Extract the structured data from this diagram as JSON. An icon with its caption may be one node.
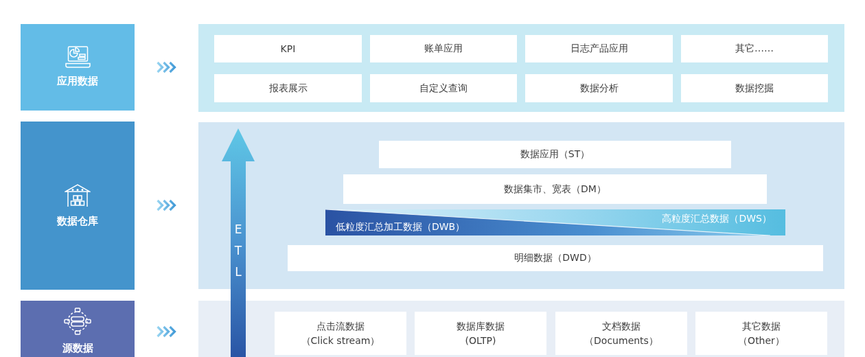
{
  "diagram": {
    "nodes": [
      {
        "text": [
          "应用数据"
        ]
      },
      {
        "text": [
          "数据仓库"
        ]
      },
      {
        "text": [
          "源数据"
        ]
      },
      {
        "text": [],
        "shape": "box"
      },
      {
        "text": [
          "KPI"
        ],
        "in": 3
      },
      {
        "text": [
          "账单应用"
        ],
        "in": 3
      },
      {
        "text": [
          "日志产品应用"
        ],
        "in": 3
      },
      {
        "text": [
          "其它……"
        ],
        "in": 3
      },
      {
        "text": [
          "报表展示"
        ],
        "in": 3
      },
      {
        "text": [
          "自定义查询"
        ],
        "in": 3
      },
      {
        "text": [
          "数据分析"
        ],
        "in": 3
      },
      {
        "text": [
          "数据挖掘"
        ],
        "in": 3
      },
      {
        "text": [],
        "shape": "box"
      },
      {
        "text": [
          "数据应用（ST）"
        ],
        "in": 12
      },
      {
        "text": [
          "数据集市、宽表（DM）"
        ],
        "in": 12
      },
      {
        "text": [
          "低粒度汇总加工数据（DWB）",
          "高粒度汇总数据（DWS）"
        ],
        "in": 12
      },
      {
        "text": [
          "明细数据（DWD）"
        ],
        "in": 12
      },
      {
        "text": [],
        "shape": "box"
      },
      {
        "text": [
          "点击流数据",
          "（Click stream）"
        ],
        "in": 17
      },
      {
        "text": [
          "数据库数据",
          "(OLTP)"
        ],
        "in": 17
      },
      {
        "text": [
          "文档数据",
          "（Documents）"
        ],
        "in": 17
      },
      {
        "text": [
          "其它数据",
          "（Other）"
        ],
        "in": 17
      }
    ],
    "edges": [
      {
        "from": 0,
        "to": 3,
        "arrow": "to"
      },
      {
        "from": 1,
        "to": 12,
        "arrow": "to"
      },
      {
        "from": 2,
        "to": 17,
        "arrow": "to"
      },
      {
        "from": 17,
        "to": 12,
        "arrow": "to",
        "label": "ETL",
        "style": "thick"
      }
    ]
  }
}
